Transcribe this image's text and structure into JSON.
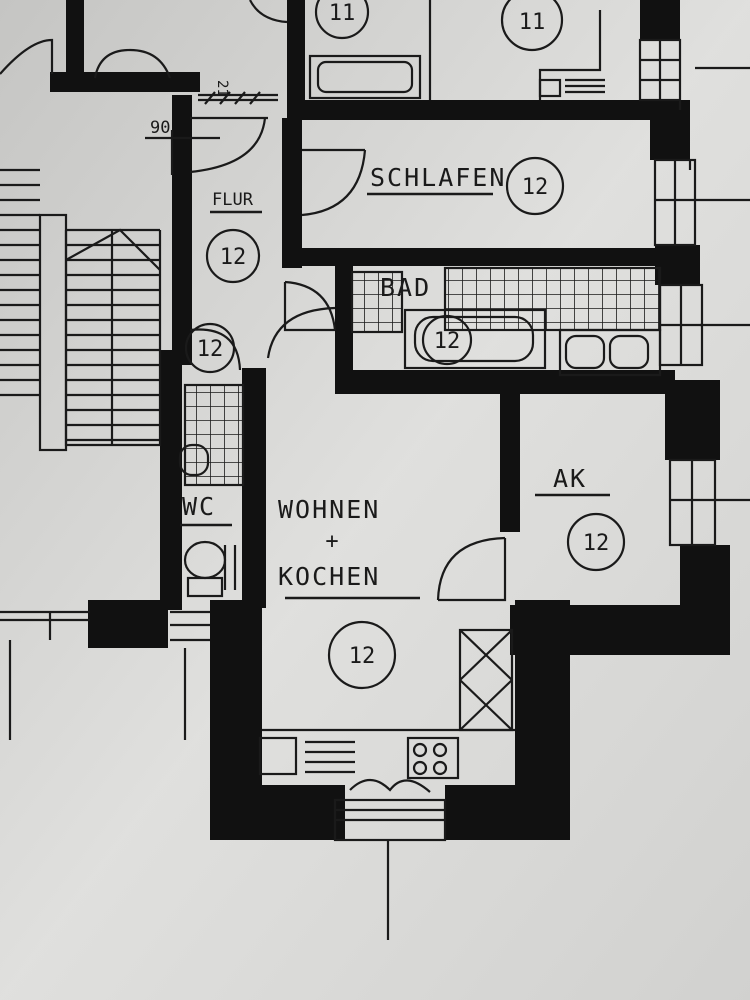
{
  "rooms": {
    "schlafen": {
      "name": "SCHLAFEN",
      "code": "12"
    },
    "flur": {
      "name": "FLUR",
      "code": "12"
    },
    "bad": {
      "name": "BAD",
      "code": "12"
    },
    "wc": {
      "name": "WC",
      "code": "12"
    },
    "wohnen": {
      "line1": "WOHNEN",
      "plus": "+",
      "line2": "KOCHEN",
      "code": "12"
    },
    "ak": {
      "name": "AK",
      "code": "12"
    },
    "bad_tub_code": "12",
    "top_left_code": "11",
    "top_right_code": "11"
  },
  "dimensions": {
    "door_width": "90",
    "stair_note": "21"
  },
  "colors": {
    "paper": "#d9d9d7",
    "wall": "#111111",
    "line": "#1a1a1a"
  }
}
